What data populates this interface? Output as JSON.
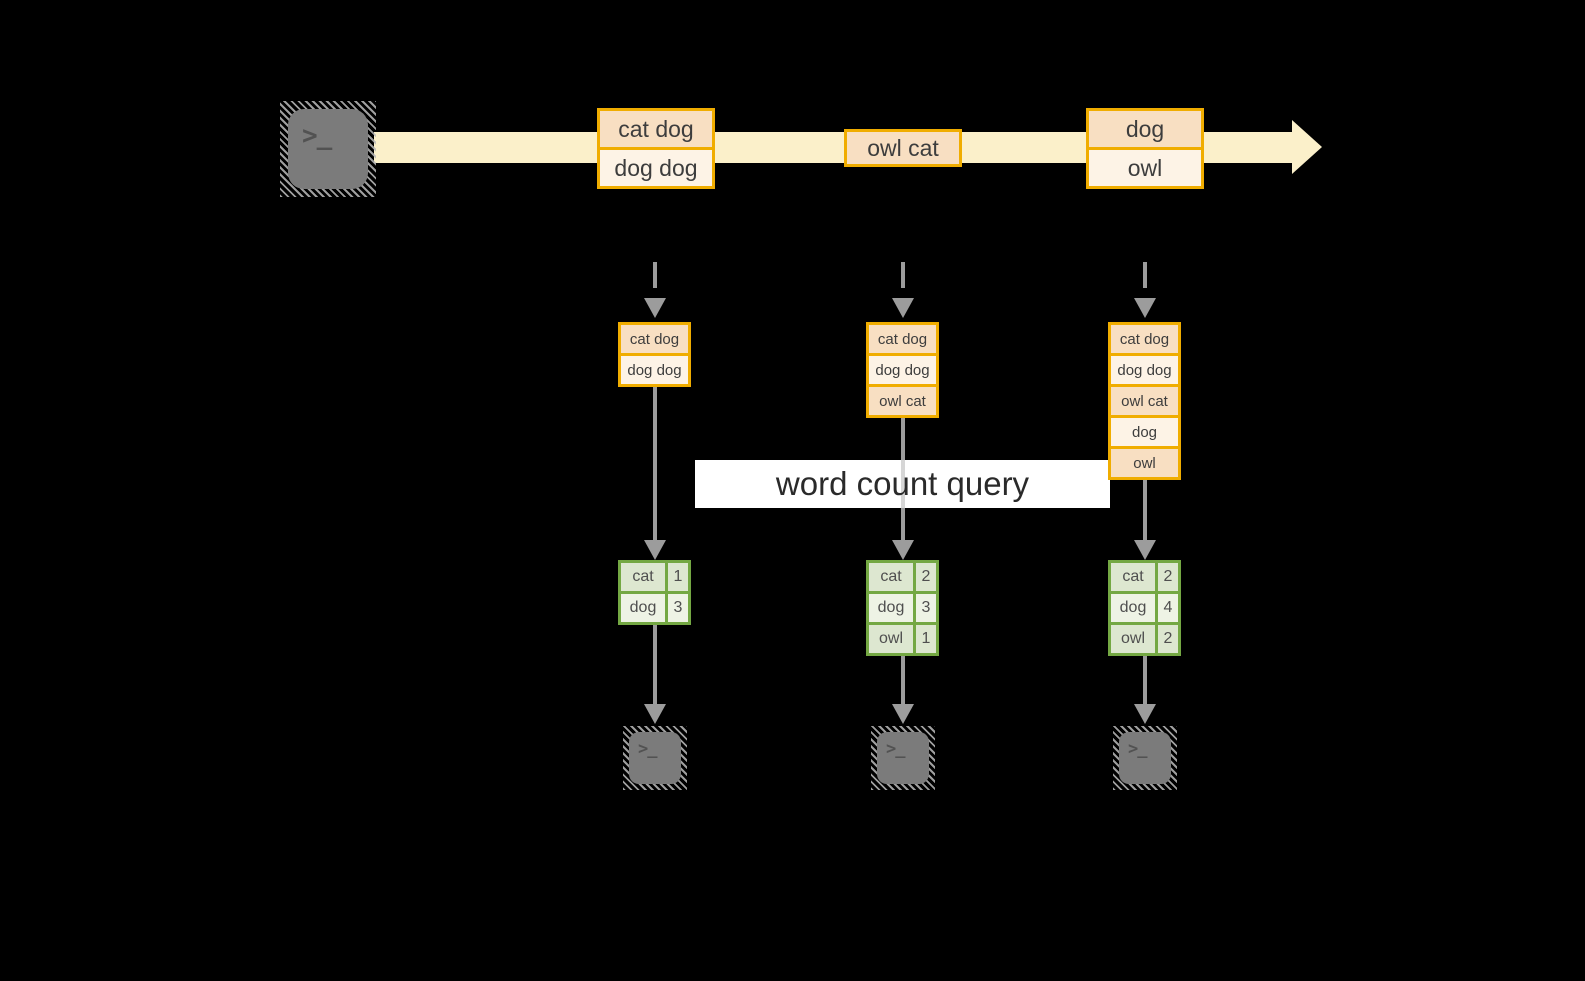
{
  "query": {
    "label": "word count query"
  },
  "terminal": {
    "glyph": ">_"
  },
  "stream": {
    "batches": [
      {
        "rows": [
          "cat dog",
          "dog dog"
        ]
      },
      {
        "rows": [
          "owl cat"
        ]
      },
      {
        "rows": [
          "dog",
          "owl"
        ]
      }
    ]
  },
  "columns": [
    {
      "buffer": [
        "cat dog",
        "dog dog"
      ],
      "counts": [
        {
          "word": "cat",
          "count": 1
        },
        {
          "word": "dog",
          "count": 3
        }
      ]
    },
    {
      "buffer": [
        "cat dog",
        "dog dog",
        "owl cat"
      ],
      "counts": [
        {
          "word": "cat",
          "count": 2
        },
        {
          "word": "dog",
          "count": 3
        },
        {
          "word": "owl",
          "count": 1
        }
      ]
    },
    {
      "buffer": [
        "cat dog",
        "dog dog",
        "owl cat",
        "dog",
        "owl"
      ],
      "counts": [
        {
          "word": "cat",
          "count": 2
        },
        {
          "word": "dog",
          "count": 4
        },
        {
          "word": "owl",
          "count": 2
        }
      ]
    }
  ],
  "colors": {
    "accent_orange": "#f0ad00",
    "fill_peach": "#f8dfc2",
    "fill_cream": "#fdf3e6",
    "stream_band": "#fbf0ca",
    "accent_green": "#74a843",
    "fill_green_dark": "#dde7d0",
    "fill_green_light": "#eef3e5",
    "arrow_gray": "#9c9c9c",
    "terminal_gray": "#7b7b7b",
    "background": "#000000"
  }
}
